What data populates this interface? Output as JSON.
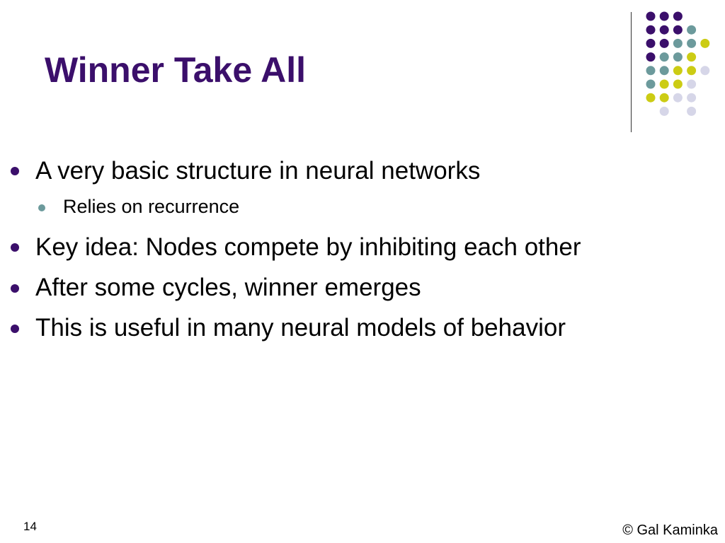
{
  "slide": {
    "title": "Winner Take All",
    "bullets": [
      {
        "level": 1,
        "text": "A very basic structure in neural networks"
      },
      {
        "level": 2,
        "text": "Relies on recurrence"
      },
      {
        "level": 1,
        "text": "Key idea: Nodes compete by inhibiting each other"
      },
      {
        "level": 1,
        "text": "After some cycles, winner emerges"
      },
      {
        "level": 1,
        "text": "This is useful in many neural models of behavior"
      }
    ],
    "slide_number": "14",
    "copyright": "© Gal Kaminka"
  },
  "theme": {
    "title_color": "#3b0f6b",
    "bullet_level1_color": "#3b0f6b",
    "bullet_level2_color": "#6c9a9c",
    "dot_palette": {
      "purple": "#3b0f6b",
      "teal": "#6c9a9c",
      "lime": "#cccc14",
      "lavender": "#d6d6e8"
    }
  },
  "decoration": {
    "dot_grid_rows": [
      [
        "purple",
        "purple",
        "purple",
        null,
        null
      ],
      [
        "purple",
        "purple",
        "purple",
        "teal",
        null
      ],
      [
        "purple",
        "purple",
        "teal",
        "teal",
        "lime"
      ],
      [
        "purple",
        "teal",
        "teal",
        "lime",
        null
      ],
      [
        "teal",
        "teal",
        "lime",
        "lime",
        "lavender"
      ],
      [
        "teal",
        "lime",
        "lime",
        "lavender",
        null
      ],
      [
        "lime",
        "lime",
        "lavender",
        "lavender",
        null
      ],
      [
        null,
        "lavender",
        null,
        "lavender",
        null
      ]
    ]
  }
}
